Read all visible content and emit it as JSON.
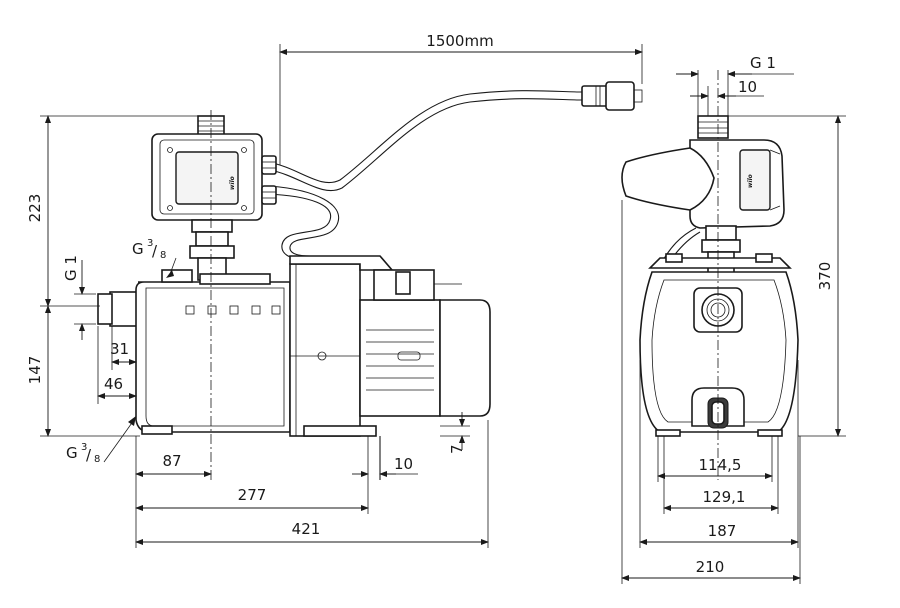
{
  "side_view": {
    "cable_length": "1500mm",
    "height_top": "223",
    "height_bottom": "147",
    "thread_outlet": "G 1",
    "thread_top": "G",
    "thread_top_num": "3",
    "thread_top_den": "8",
    "thread_bottom": "G",
    "thread_bottom_num": "3",
    "thread_bottom_den": "8",
    "dim_31": "31",
    "dim_46": "46",
    "dim_87": "87",
    "dim_277": "277",
    "dim_421": "421",
    "dim_10": "10",
    "dim_7": "7",
    "brand": "wilo"
  },
  "front_view": {
    "thread_top": "G 1",
    "dim_10": "10",
    "height_total": "370",
    "dim_114": "114,5",
    "dim_129": "129,1",
    "dim_187": "187",
    "dim_210": "210",
    "brand": "wilo"
  },
  "colors": {
    "line": "#1a1a1a",
    "background": "#ffffff"
  }
}
